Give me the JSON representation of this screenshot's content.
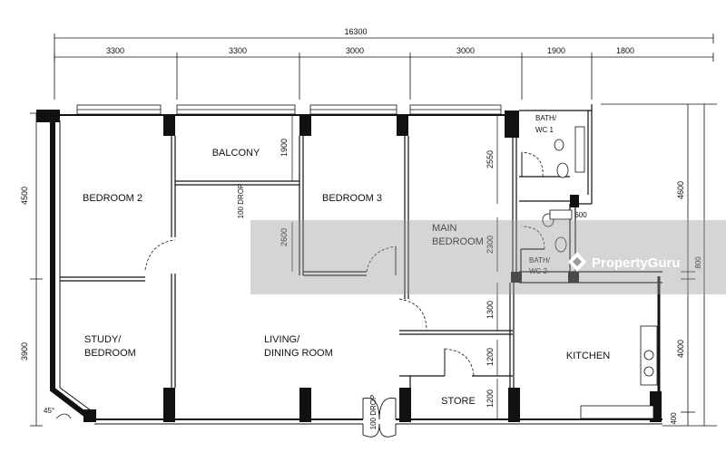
{
  "dimensions": {
    "total_width": "16300",
    "top": [
      "3300",
      "3300",
      "3000",
      "3000",
      "1900",
      "1800"
    ],
    "left": [
      "4500",
      "3900"
    ],
    "right": [
      "4600",
      "800",
      "4000",
      "400"
    ],
    "interior": [
      "1900",
      "2600",
      "2550",
      "2300",
      "1300",
      "1200",
      "1200",
      "600"
    ],
    "drop_labels": [
      "100 DROP",
      "100 DROP"
    ],
    "angle": "45°"
  },
  "rooms": {
    "balcony": "BALCONY",
    "bedroom2": "BEDROOM 2",
    "bedroom3": "BEDROOM 3",
    "main_bedroom": [
      "MAIN",
      "BEDROOM"
    ],
    "study": [
      "STUDY/",
      "BEDROOM"
    ],
    "living": [
      "LIVING/",
      "DINING ROOM"
    ],
    "kitchen": "KITCHEN",
    "store": "STORE",
    "bath1": [
      "BATH/",
      "WC  1"
    ],
    "bath2": [
      "BATH/",
      "WC  2"
    ]
  },
  "watermark": {
    "text": "PropertyGuru",
    "icon": "propertyguru-logo-icon",
    "band_color": "#9a9a9a"
  }
}
